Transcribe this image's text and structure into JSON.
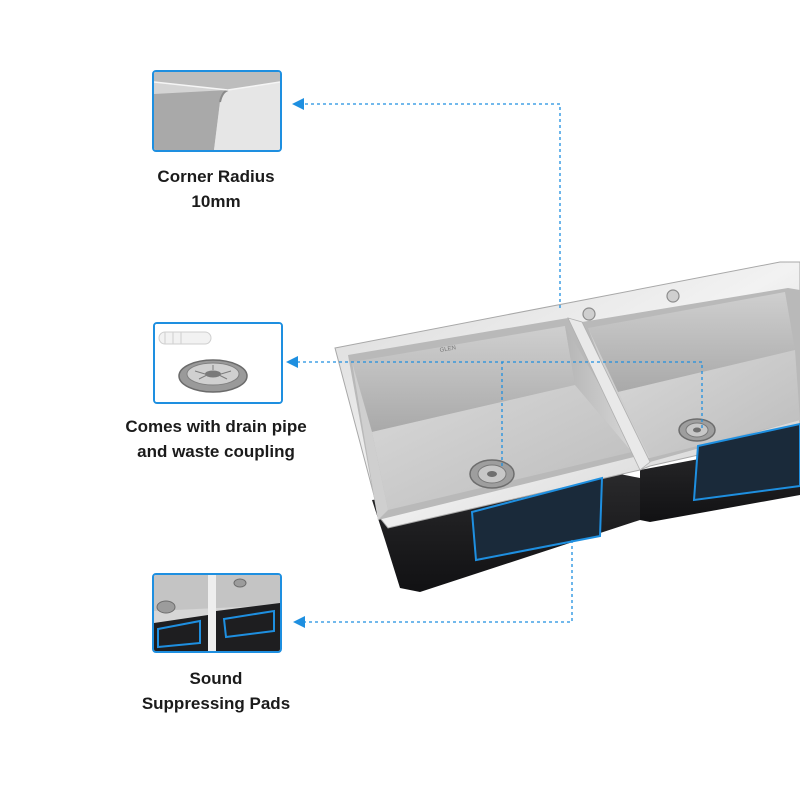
{
  "features": [
    {
      "id": "corner",
      "lines": [
        "Corner Radius",
        "10mm"
      ]
    },
    {
      "id": "drain",
      "lines": [
        "Comes with drain pipe",
        "and waste coupling"
      ]
    },
    {
      "id": "pads",
      "lines": [
        "Sound",
        "Suppressing Pads"
      ]
    }
  ],
  "brand_mark": "GLEN",
  "colors": {
    "callout_accent": "#1e8fe0",
    "steel_light": "#e6e6e6",
    "steel_mid": "#bdbdbd",
    "steel_dark": "#8e8e8e",
    "undercoat": "#1c1c1e"
  }
}
